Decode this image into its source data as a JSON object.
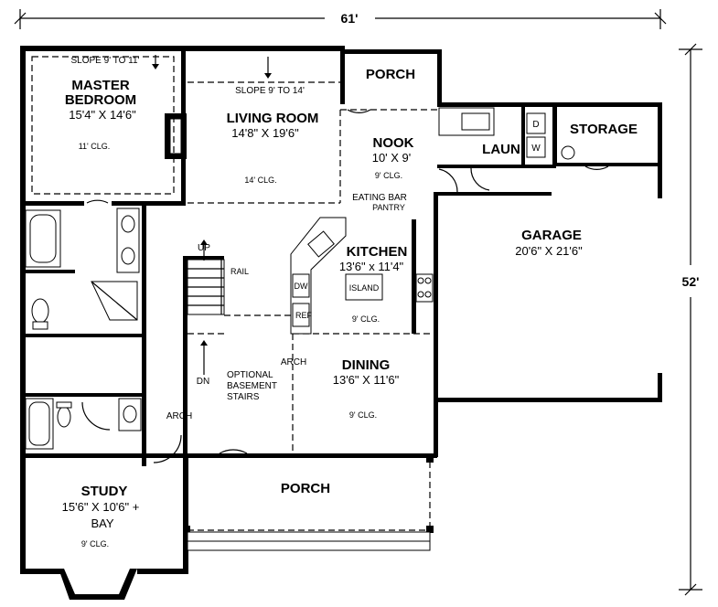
{
  "plan": {
    "overall_width": "61'",
    "overall_depth": "52'",
    "rooms": {
      "master_bedroom": {
        "name_line1": "MASTER",
        "name_line2": "BEDROOM",
        "size": "15'4\" X 14'6\"",
        "ceiling": "11' CLG.",
        "slope": "SLOPE 9' TO 11'"
      },
      "living_room": {
        "name": "LIVING ROOM",
        "size": "14'8\" X 19'6\"",
        "ceiling": "14' CLG.",
        "slope": "SLOPE 9' TO 14'"
      },
      "porch_rear": {
        "name": "PORCH"
      },
      "nook": {
        "name": "NOOK",
        "size": "10' X 9'",
        "ceiling": "9' CLG."
      },
      "laundry": {
        "name": "LAUN",
        "dryer": "D",
        "washer": "W"
      },
      "storage": {
        "name": "STORAGE"
      },
      "garage": {
        "name": "GARAGE",
        "size": "20'6\" X 21'6\""
      },
      "kitchen": {
        "name": "KITCHEN",
        "size": "13'6\" x 11'4\"",
        "ceiling": "9' CLG.",
        "island": "ISLAND",
        "dishwasher": "DW",
        "refrigerator": "REF",
        "eating_bar": "EATING BAR",
        "pantry": "PANTRY"
      },
      "dining": {
        "name": "DINING",
        "size": "13'6\" X 11'6\"",
        "ceiling": "9' CLG."
      },
      "study": {
        "name": "STUDY",
        "size": "15'6\" X 10'6\" +",
        "size_line2": "BAY",
        "ceiling": "9' CLG."
      },
      "porch_front": {
        "name": "PORCH"
      }
    },
    "labels": {
      "up": "UP",
      "dn": "DN",
      "rail": "RAIL",
      "arch_left": "ARCH",
      "arch_right": "ARCH",
      "basement_line1": "OPTIONAL",
      "basement_line2": "BASEMENT",
      "basement_line3": "STAIRS"
    }
  }
}
